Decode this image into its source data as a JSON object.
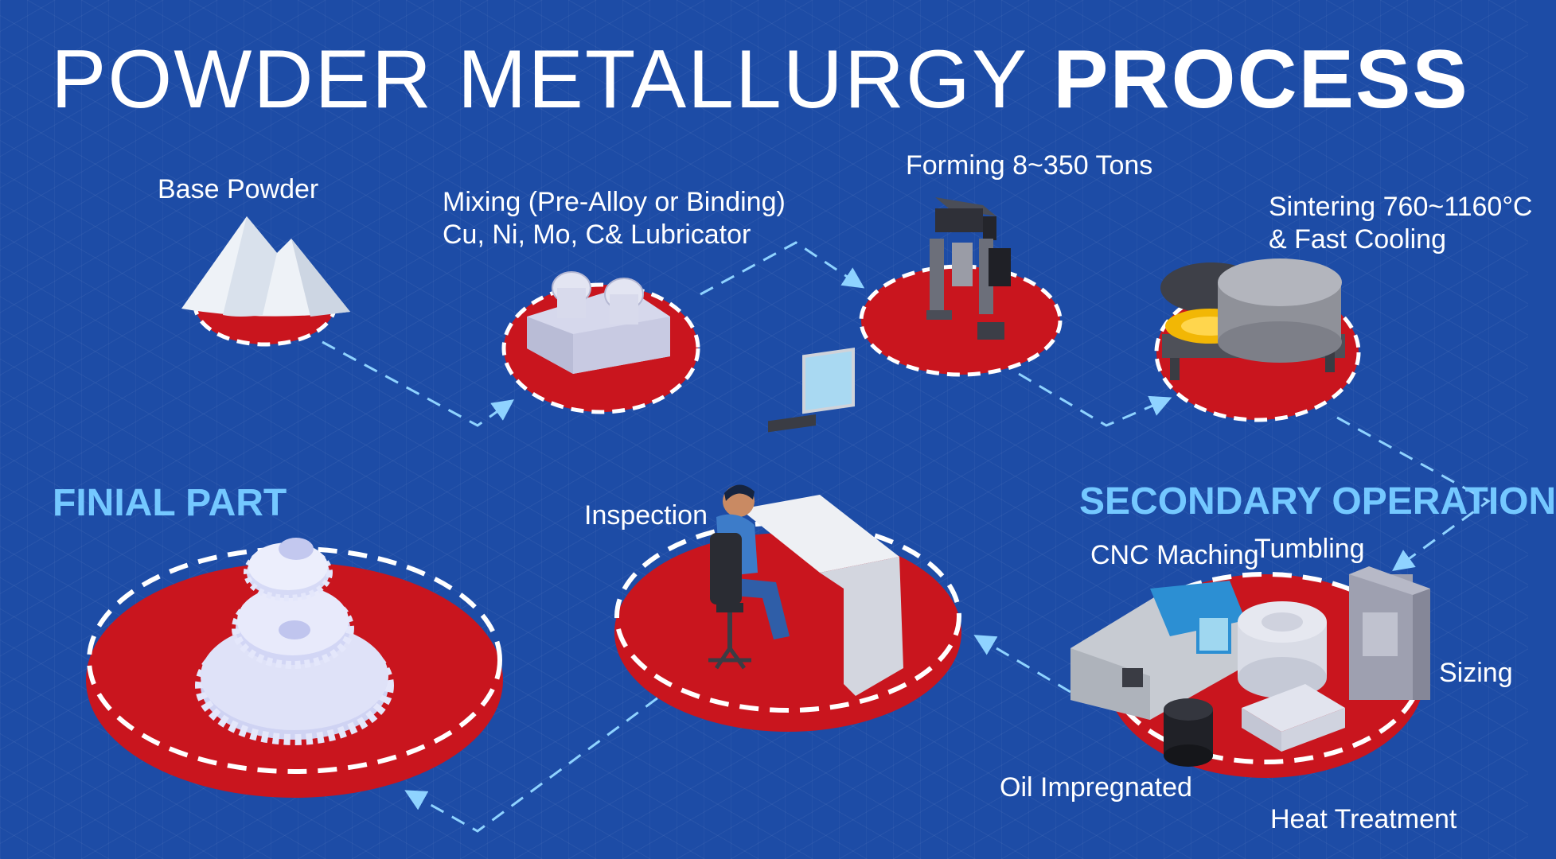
{
  "title": {
    "light": "POWDER METALLURGY",
    "bold": "PROCESS"
  },
  "steps": {
    "base_powder": "Base Powder",
    "mixing_line1": "Mixing (Pre-Alloy or Binding)",
    "mixing_line2": "Cu, Ni, Mo, C& Lubricator",
    "forming": "Forming 8~350 Tons",
    "sintering_line1": "Sintering 760~1160°C",
    "sintering_line2": "& Fast Cooling",
    "inspection": "Inspection"
  },
  "sections": {
    "final_part": "FINIAL PART",
    "secondary_operation": "SECONDARY OPERATION"
  },
  "secondary": {
    "cnc": "CNC Maching",
    "tumbling": "Tumbling",
    "sizing": "Sizing",
    "oil": "Oil Impregnated",
    "heat": "Heat Treatment"
  },
  "colors": {
    "background": "#1d4ca6",
    "platform": "#c9151e",
    "accent": "#74c8ff",
    "arrow": "#8fd3ff"
  }
}
